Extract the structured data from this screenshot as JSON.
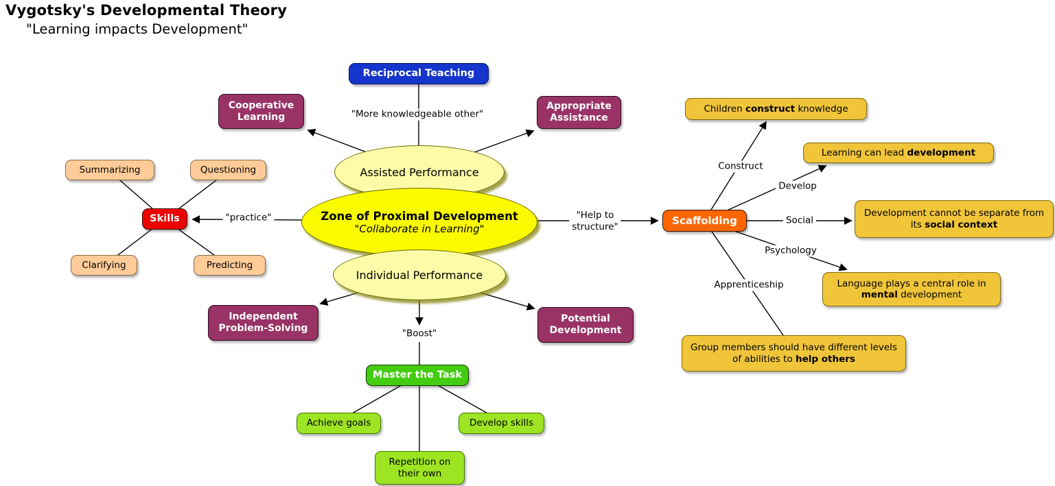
{
  "title": {
    "main": "Vygotsky's Developmental Theory",
    "subtitle": "\"Learning impacts Development\""
  },
  "nodes": {
    "reciprocal_teaching": {
      "label": "Reciprocal Teaching"
    },
    "cooperative_learning": {
      "label": "Cooperative Learning"
    },
    "appropriate_assistance": {
      "label": "Appropriate Assistance"
    },
    "assisted_performance": {
      "label": "Assisted Performance"
    },
    "zpd": {
      "label": "Zone of Proximal Development",
      "sublabel": "\"Collaborate in Learning\""
    },
    "individual_performance": {
      "label": "Individual Performance"
    },
    "skills": {
      "label": "Skills"
    },
    "summarizing": {
      "label": "Summarizing"
    },
    "questioning": {
      "label": "Questioning"
    },
    "clarifying": {
      "label": "Clarifying"
    },
    "predicting": {
      "label": "Predicting"
    },
    "scaffolding": {
      "label": "Scaffolding"
    },
    "children_construct": {
      "label": "Children **construct** knowledge"
    },
    "learning_lead": {
      "label": "Learning can lead **development**"
    },
    "development_social": {
      "label": "Development cannot be separate from its **social context**"
    },
    "language_mental": {
      "label": "Language plays a central role in **mental** development"
    },
    "group_members": {
      "label": "Group members should have different levels of abilities to **help others**"
    },
    "independent_problem_solving": {
      "label": "Independent Problem-Solving"
    },
    "potential_development": {
      "label": "Potential Development"
    },
    "master_the_task": {
      "label": "Master the Task"
    },
    "achieve_goals": {
      "label": "Achieve goals"
    },
    "develop_skills": {
      "label": "Develop skills"
    },
    "repetition": {
      "label": "Repetition on their own"
    }
  },
  "edge_labels": {
    "more_knowledgeable": "\"More knowledgeable other\"",
    "practice": "\"practice\"",
    "help_to_structure": "\"Help to\nstructure\"",
    "boost": "\"Boost\"",
    "construct": "Construct",
    "develop": "Develop",
    "social": "Social",
    "psychology": "Psychology",
    "apprenticeship": "Apprenticeship"
  },
  "palette": {
    "zpd_yellow": "#fbfb00",
    "pale_yellow": "#fbfba8",
    "ellipse_border": "#6a6a00",
    "blue": "#1535cc",
    "maroon": "#993366",
    "red": "#ee0000",
    "orange": "#ff6600",
    "tan": "#ffcc99",
    "gold": "#f0c53a",
    "green": "#44cc11",
    "lime": "#9de522",
    "line": "#000000"
  }
}
